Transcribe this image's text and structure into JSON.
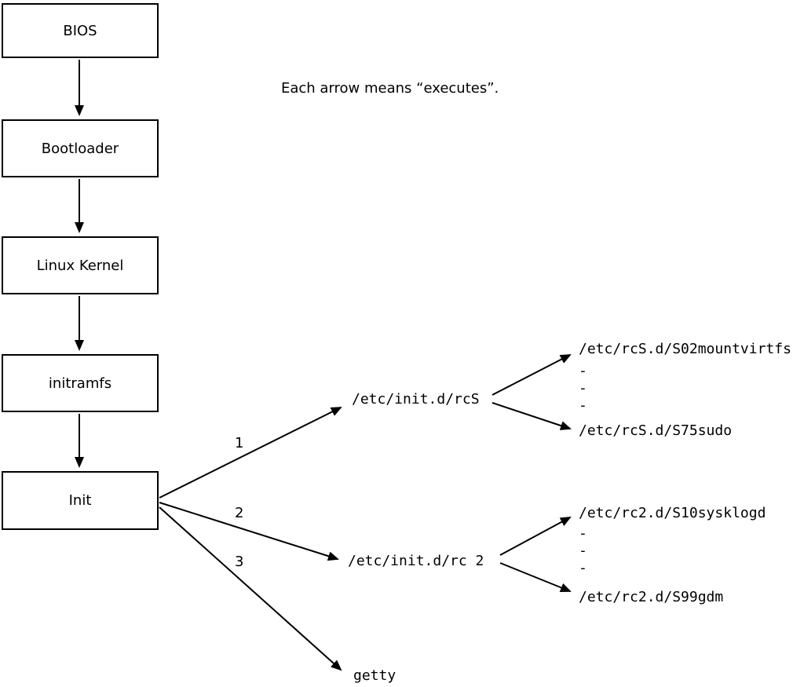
{
  "diagram": {
    "caption": "Each arrow means “executes”.",
    "boot_chain": [
      {
        "label": "BIOS"
      },
      {
        "label": "Bootloader"
      },
      {
        "label": "Linux Kernel"
      },
      {
        "label": "initramfs"
      },
      {
        "label": "Init"
      }
    ],
    "init_targets": [
      {
        "order": "1",
        "label": "/etc/init.d/rcS"
      },
      {
        "order": "2",
        "label": "/etc/init.d/rc 2"
      },
      {
        "order": "3",
        "label": "getty"
      }
    ],
    "rcS_scripts": {
      "first": "/etc/rcS.d/S02mountvirtfs",
      "ellipsis": [
        "-",
        "-",
        "-"
      ],
      "last": "/etc/rcS.d/S75sudo"
    },
    "rc2_scripts": {
      "first": "/etc/rc2.d/S10sysklogd",
      "ellipsis": [
        "-",
        "-",
        "-"
      ],
      "last": "/etc/rc2.d/S99gdm"
    }
  }
}
